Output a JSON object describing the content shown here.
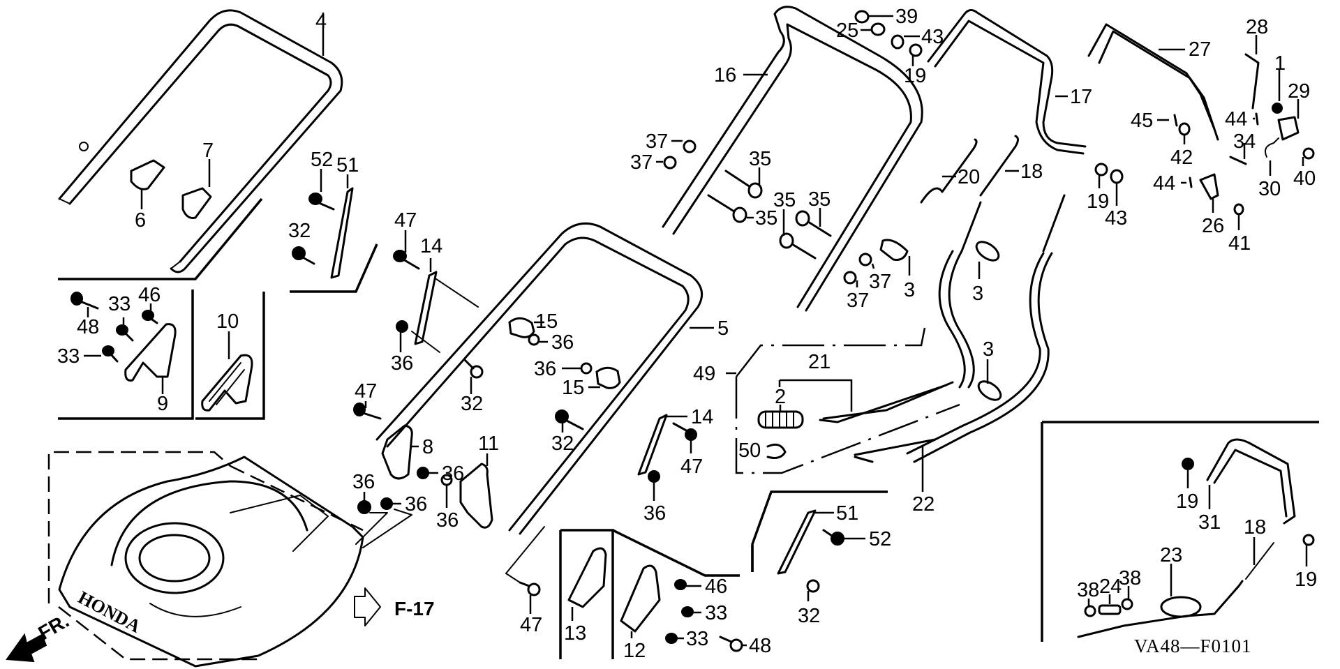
{
  "diagram": {
    "drawing_code": "VA48—F0101",
    "front_indicator": "FR.",
    "reference": "F-17",
    "deck_brand": "HONDA",
    "callouts": {
      "c1": "1",
      "c2": "2",
      "c3a": "3",
      "c3b": "3",
      "c3c": "3",
      "c4": "4",
      "c5": "5",
      "c6": "6",
      "c7": "7",
      "c8": "8",
      "c9": "9",
      "c10": "10",
      "c11": "11",
      "c12": "12",
      "c13": "13",
      "c14a": "14",
      "c14b": "14",
      "c15a": "15",
      "c15b": "15",
      "c16": "16",
      "c17": "17",
      "c18a": "18",
      "c18b": "18",
      "c19a": "19",
      "c19b": "19",
      "c19c": "19",
      "c19d": "19",
      "c20": "20",
      "c21": "21",
      "c22": "22",
      "c23": "23",
      "c24": "24",
      "c25": "25",
      "c26": "26",
      "c27": "27",
      "c28": "28",
      "c29": "29",
      "c30": "30",
      "c31": "31",
      "c32a": "32",
      "c32b": "32",
      "c32c": "32",
      "c32d": "32",
      "c33a": "33",
      "c33b": "33",
      "c33c": "33",
      "c33d": "33",
      "c34": "34",
      "c35a": "35",
      "c35b": "35",
      "c35c": "35",
      "c35d": "35",
      "c36a": "36",
      "c36b": "36",
      "c36c": "36",
      "c36d": "36",
      "c36e": "36",
      "c36f": "36",
      "c36g": "36",
      "c36h": "36",
      "c37a": "37",
      "c37b": "37",
      "c37c": "37",
      "c37d": "37",
      "c38a": "38",
      "c38b": "38",
      "c39": "39",
      "c40": "40",
      "c41": "41",
      "c42": "42",
      "c43a": "43",
      "c43b": "43",
      "c44a": "44",
      "c44b": "44",
      "c45": "45",
      "c46a": "46",
      "c46b": "46",
      "c47a": "47",
      "c47b": "47",
      "c47c": "47",
      "c47d": "47",
      "c48a": "48",
      "c48b": "48",
      "c49": "49",
      "c50": "50",
      "c51a": "51",
      "c51b": "51",
      "c52a": "52",
      "c52b": "52"
    }
  }
}
